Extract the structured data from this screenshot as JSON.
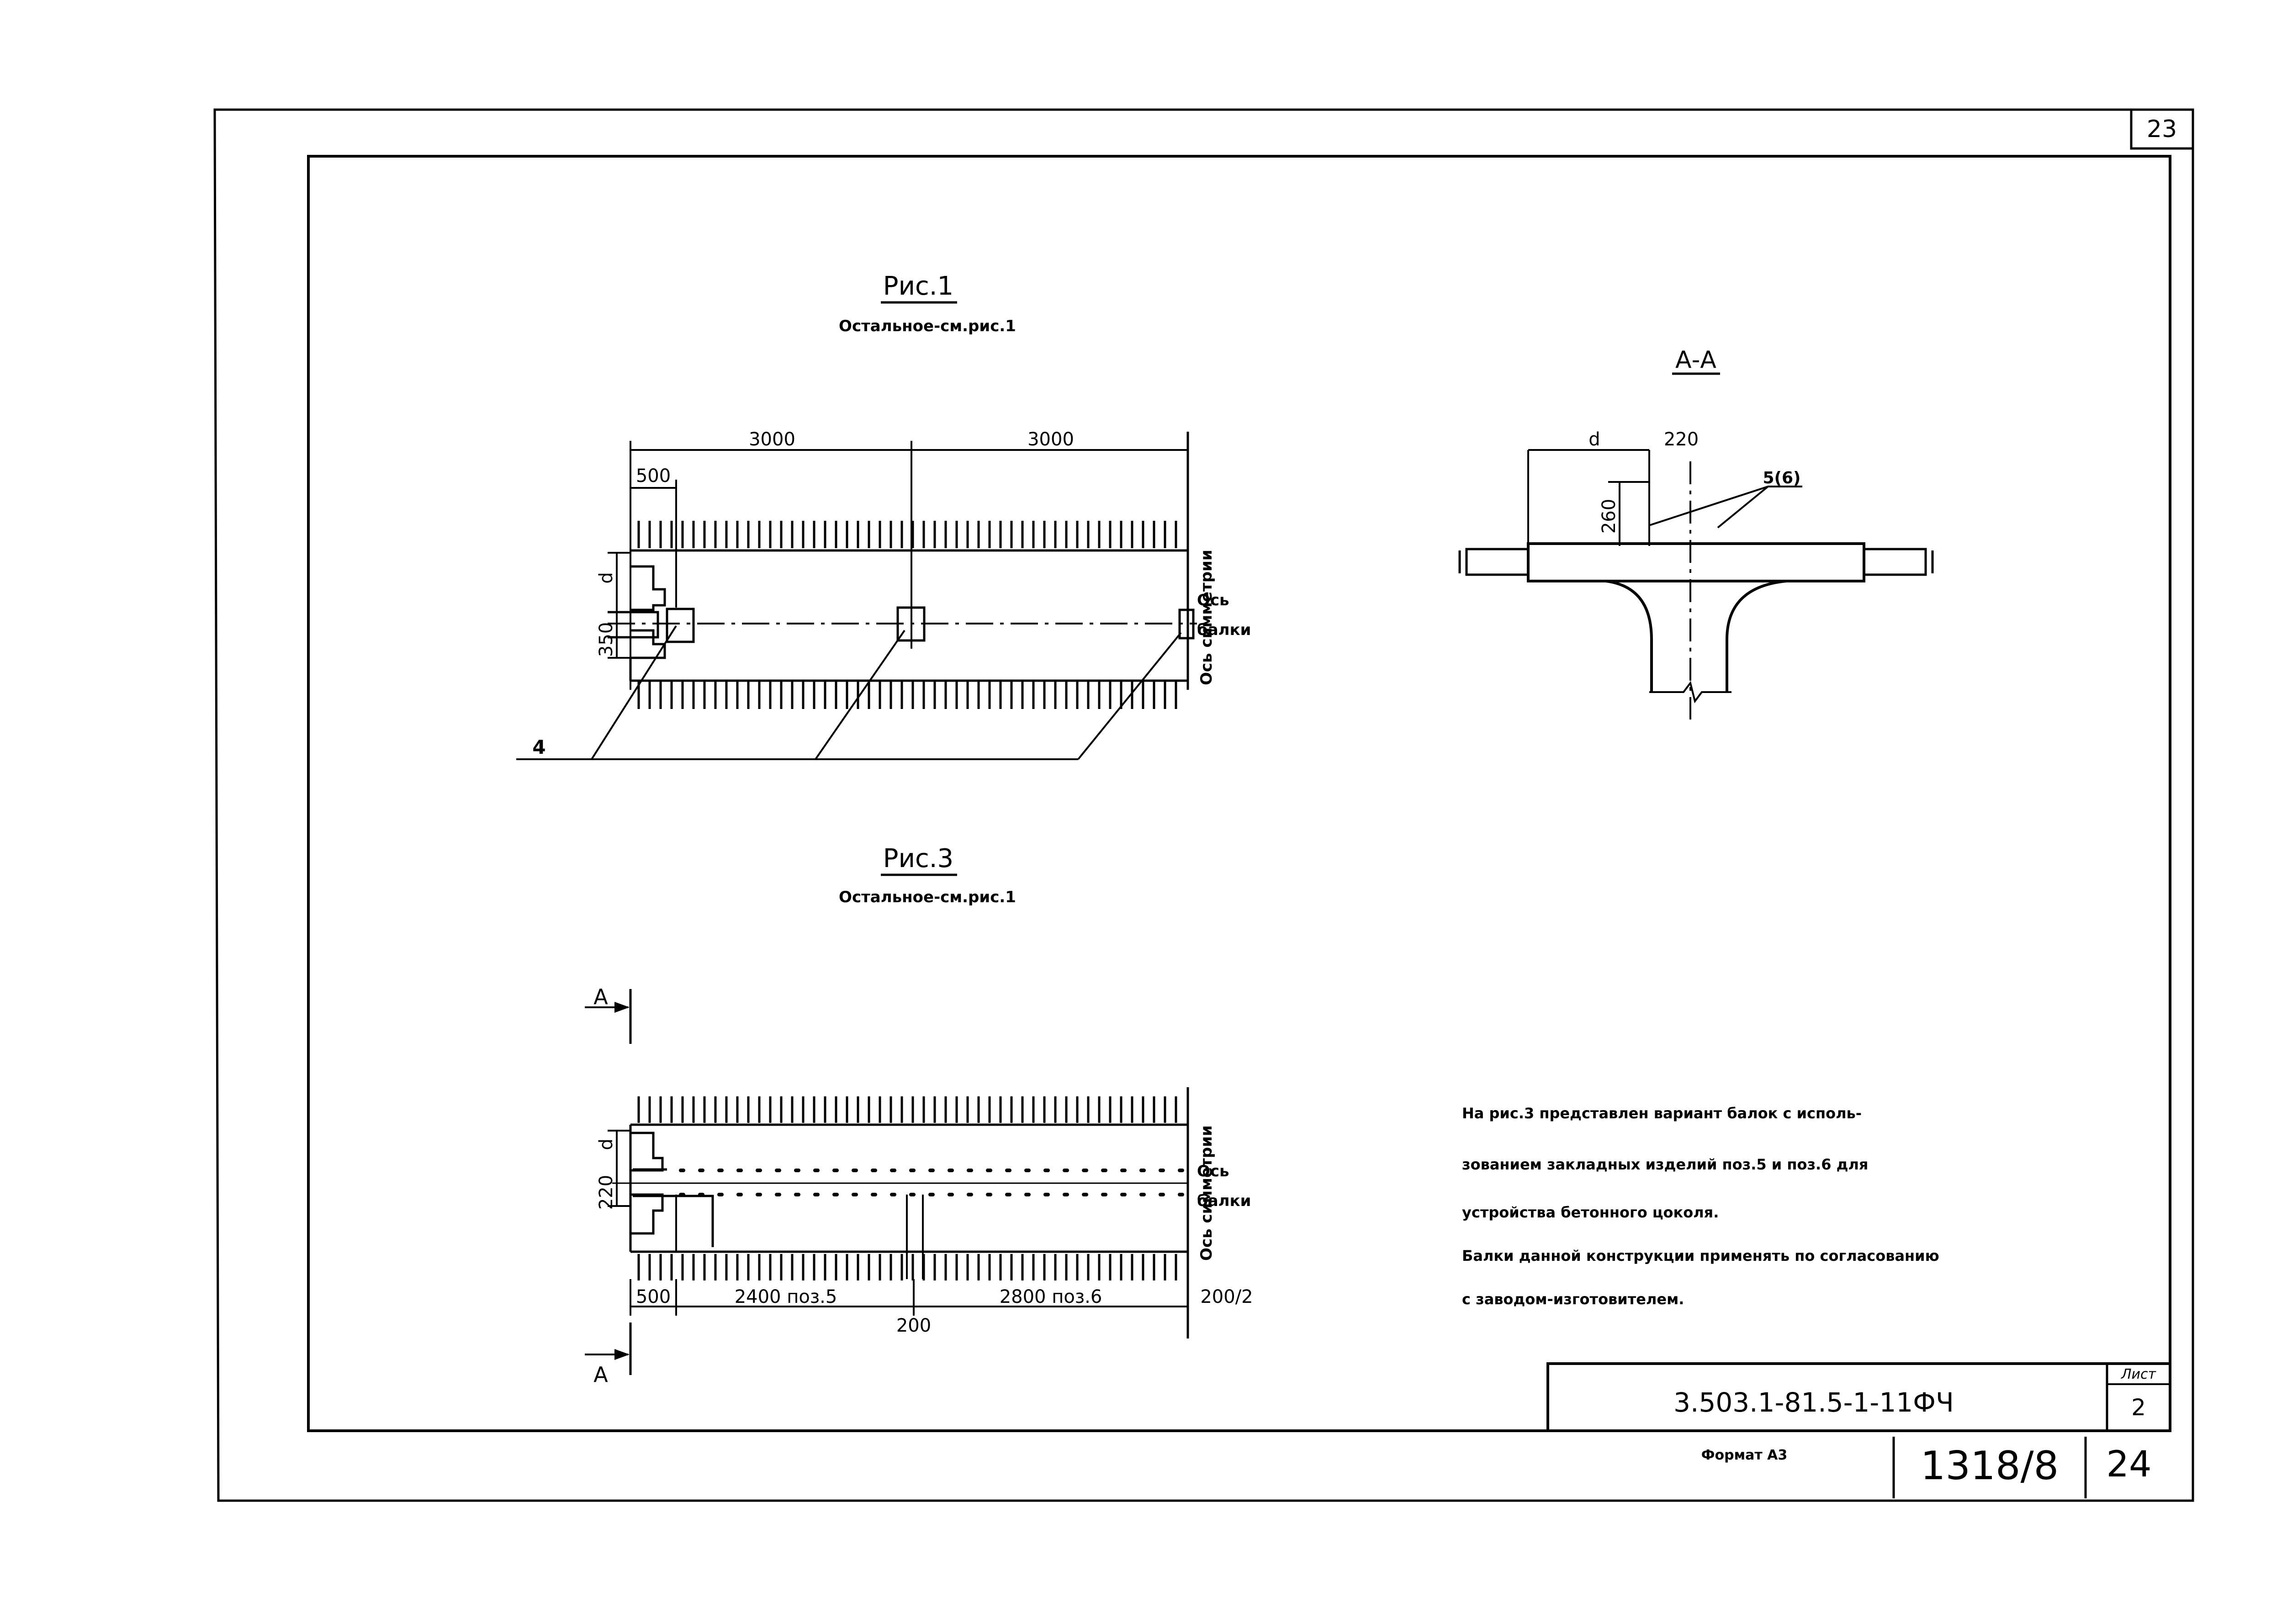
{
  "sheet": {
    "top_page_number": "23",
    "format_label": "Формат А3",
    "archive_number": "1318/8",
    "bottom_page_number": "24"
  },
  "title_block": {
    "designation": "3.503.1-81.5-1-11ФЧ",
    "sheet_label": "Лист",
    "sheet_number": "2"
  },
  "fig1": {
    "title": "Рис.1",
    "subtitle": "Остальное-см.рис.1",
    "dim_3000_a": "3000",
    "dim_3000_b": "3000",
    "dim_500": "500",
    "dim_350": "350",
    "dim_d": "d",
    "axis_symmetry": "Ось симметрии",
    "axis_beam_1": "Ось",
    "axis_beam_2": "балки",
    "callout_4": "4"
  },
  "section_aa": {
    "title": "А-А",
    "dim_d": "d",
    "dim_220": "220",
    "dim_260": "260",
    "callout": "5(6)"
  },
  "fig3": {
    "title": "Рис.3",
    "subtitle": "Остальное-см.рис.1",
    "cut_mark": "А",
    "dim_220": "220",
    "dim_d": "d",
    "dim_500": "500",
    "dim_2400": "2400 поз.5",
    "dim_2800": "2800 поз.6",
    "dim_200_2": "200/2",
    "dim_200": "200",
    "axis_symmetry": "Ось симметрии",
    "axis_beam_1": "Ось",
    "axis_beam_2": "балки"
  },
  "notes": [
    "На рис.3 представлен вариант балок с исполь-",
    "зованием закладных изделий поз.5 и поз.6 для",
    "устройства бетонного цоколя.",
    "Балки данной конструкции применять по согласованию",
    "с заводом-изготовителем."
  ]
}
